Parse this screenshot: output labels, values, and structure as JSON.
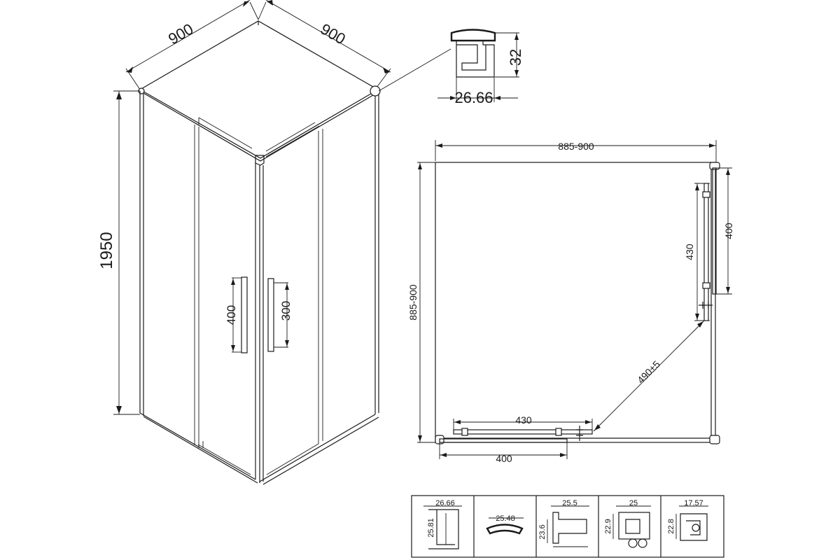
{
  "shower_3d": {
    "width_left": "900",
    "width_right": "900",
    "height": "1950",
    "handle_left": "400",
    "handle_right": "300"
  },
  "profile_section": {
    "height": "32",
    "width": "26.66"
  },
  "plan_view": {
    "top_width": "885-900",
    "left_depth": "885-900",
    "right_panel": "430",
    "right_bar": "400",
    "bottom_panel": "430",
    "bottom_bar": "400",
    "diagonal": "490±5"
  },
  "profiles_table": [
    {
      "a": "26.66",
      "b": "25.81"
    },
    {
      "a": "25.48"
    },
    {
      "a": "25.5",
      "b": "23.6"
    },
    {
      "a": "25",
      "b": "22.9"
    },
    {
      "a": "17.57",
      "b": "22.8"
    }
  ]
}
